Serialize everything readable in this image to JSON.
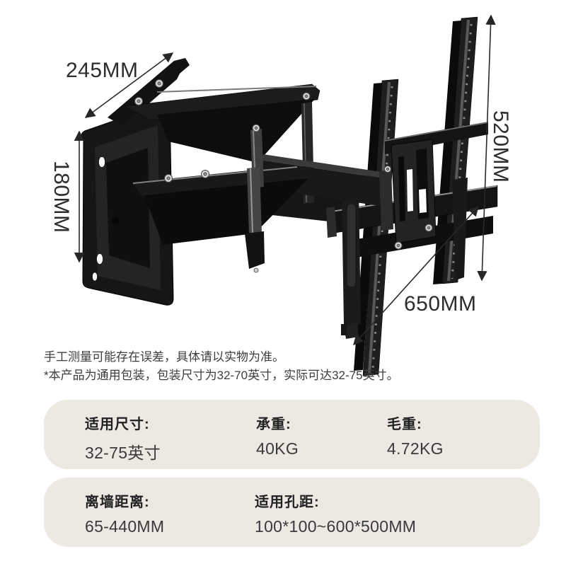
{
  "diagram": {
    "dim_top_width": "245MM",
    "dim_left_height": "180MM",
    "dim_right_height": "520MM",
    "dim_bottom_width": "650MM"
  },
  "notes": {
    "line1": "手工测量可能存在误差，具体请以实物为准。",
    "line2": "*本产品为通用包装，包装尺寸为32-70英寸，实际可达32-75英寸。"
  },
  "specs": {
    "row1": [
      {
        "label": "适用尺寸:",
        "value": "32-75英寸"
      },
      {
        "label": "承重:",
        "value": "40KG"
      },
      {
        "label": "毛重:",
        "value": "4.72KG"
      }
    ],
    "row2": [
      {
        "label": "离墙距离:",
        "value": "65-440MM"
      },
      {
        "label": "适用孔距:",
        "value": "100*100~600*500MM"
      }
    ]
  },
  "colors": {
    "page_bg": "#ffffff",
    "card_bg": "#ece8e2",
    "dimension_text": "#2d2d2d",
    "product_black": "#161616"
  }
}
